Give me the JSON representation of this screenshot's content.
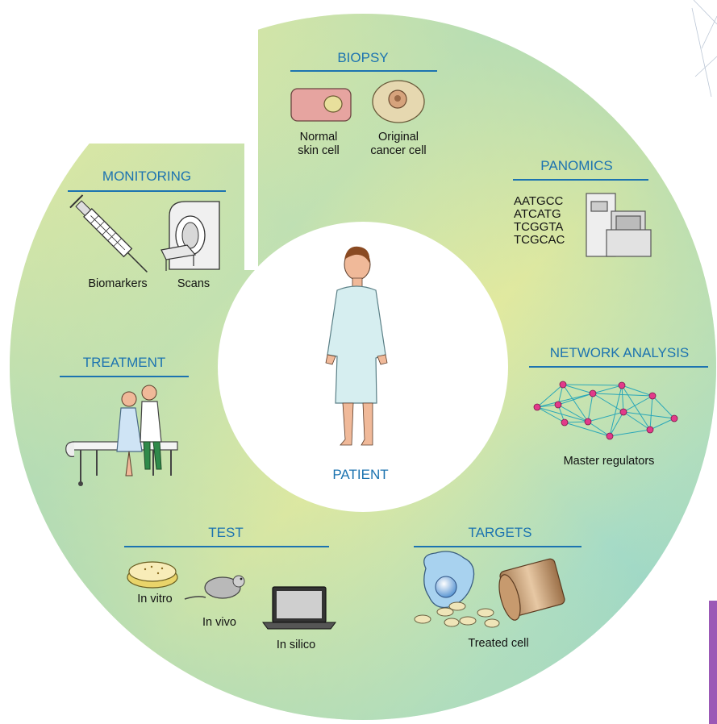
{
  "center": {
    "label": "PATIENT"
  },
  "biopsy": {
    "title": "BIOPSY",
    "normal_cell": "Normal\nskin cell",
    "cancer_cell": "Original\ncancer cell"
  },
  "panomics": {
    "title": "PANOMICS",
    "sequences": [
      "AATGCC",
      "ATCATG",
      "TCGGTA",
      "TCGCAC"
    ]
  },
  "network": {
    "title": "NETWORK ANALYSIS",
    "caption": "Master regulators"
  },
  "targets": {
    "title": "TARGETS",
    "caption": "Treated cell"
  },
  "test": {
    "title": "TEST",
    "in_vitro": "In vitro",
    "in_vivo": "In vivo",
    "in_silico": "In silico"
  },
  "treatment": {
    "title": "TREATMENT"
  },
  "monitoring": {
    "title": "MONITORING",
    "biomarkers": "Biomarkers",
    "scans": "Scans"
  },
  "colors": {
    "accent": "#1c73b0",
    "ring_teal": "#8fd0c4",
    "ring_yellow": "#e7ea9a",
    "node": "#e23a8a",
    "edge": "#2aa7b8",
    "side_bar": "#9b59b6"
  }
}
